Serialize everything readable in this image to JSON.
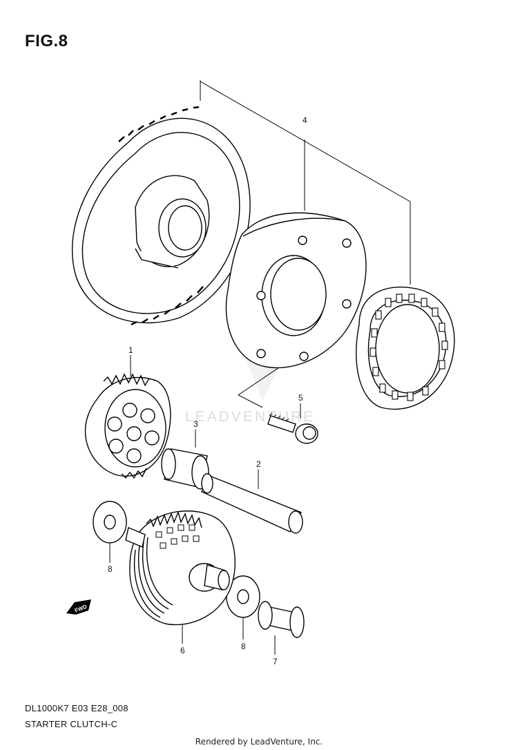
{
  "figure": {
    "title": "FIG.8"
  },
  "parts": [
    {
      "ref": "1"
    },
    {
      "ref": "2"
    },
    {
      "ref": "3"
    },
    {
      "ref": "4"
    },
    {
      "ref": "5"
    },
    {
      "ref": "6"
    },
    {
      "ref": "7"
    },
    {
      "ref": "8"
    },
    {
      "ref": "8"
    }
  ],
  "direction_marker": {
    "text": "FWD"
  },
  "watermark": {
    "text": "LEADVENTURE"
  },
  "footer": {
    "model_code": "DL1000K7 E03 E28_008",
    "diagram_name": "STARTER CLUTCH-C",
    "credit": "Rendered by LeadVenture, Inc."
  }
}
